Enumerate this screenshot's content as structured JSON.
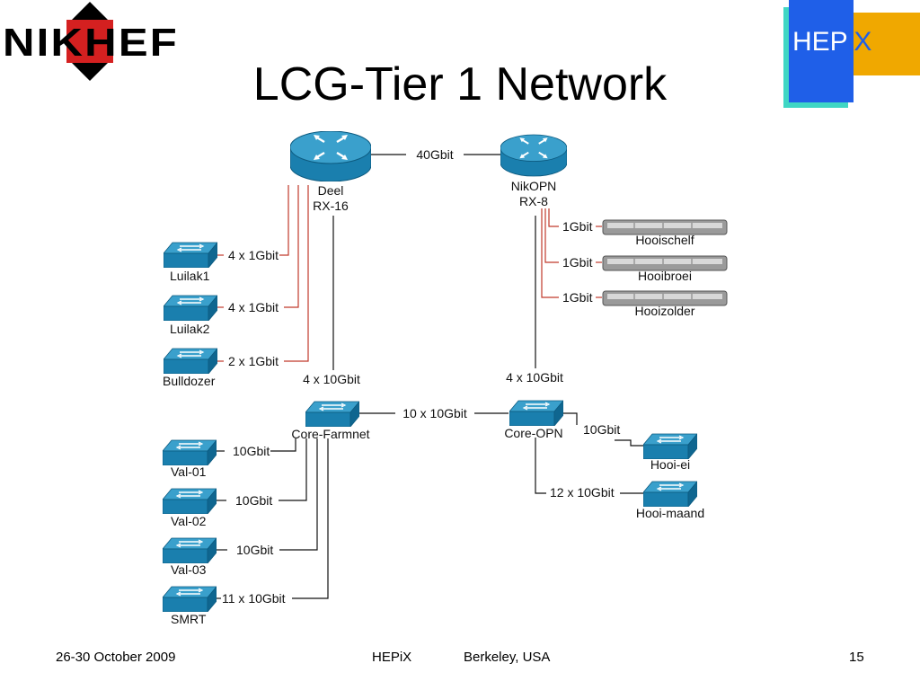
{
  "slide": {
    "title": "LCG-Tier 1 Network",
    "logo_nikhef": "NIKHEF",
    "logo_hepix_prefix": "HEP",
    "logo_hepix_suffix": "iX"
  },
  "routers": [
    {
      "name": "Deel",
      "model": "RX-16"
    },
    {
      "name": "NikOPN",
      "model": "RX-8"
    }
  ],
  "links": {
    "router_link": "40Gbit",
    "deel_core": "4 x 10Gbit",
    "opn_core": "4 x 10Gbit",
    "core_link": "10 x 10Gbit"
  },
  "luilak_switches": [
    {
      "name": "Luilak1",
      "link": "4 x 1Gbit"
    },
    {
      "name": "Luilak2",
      "link": "4 x 1Gbit"
    },
    {
      "name": "Bulldozer",
      "link": "2 x 1Gbit"
    }
  ],
  "servers": [
    {
      "name": "Hooischelf",
      "link": "1Gbit"
    },
    {
      "name": "Hooibroei",
      "link": "1Gbit"
    },
    {
      "name": "Hooizolder",
      "link": "1Gbit"
    }
  ],
  "core_switches": [
    {
      "name": "Core-Farmnet"
    },
    {
      "name": "Core-OPN"
    }
  ],
  "val_switches": [
    {
      "name": "Val-01",
      "link": "10Gbit"
    },
    {
      "name": "Val-02",
      "link": "10Gbit"
    },
    {
      "name": "Val-03",
      "link": "10Gbit"
    },
    {
      "name": "SMRT",
      "link": "11 x 10Gbit"
    }
  ],
  "hooi_switches": [
    {
      "name": "Hooi-ei",
      "link": "10Gbit"
    },
    {
      "name": "Hooi-maand",
      "link": "12 x 10Gbit"
    }
  ],
  "footer": {
    "date": "26-30 October 2009",
    "event": "HEPiX",
    "location": "Berkeley, USA",
    "page": "15"
  },
  "colors": {
    "device_blue": "#1a7fae",
    "red_link": "#c0392b",
    "hepix_blue": "#1f5fe8",
    "hepix_orange": "#f0a800",
    "nikhef_red": "#d42020"
  }
}
